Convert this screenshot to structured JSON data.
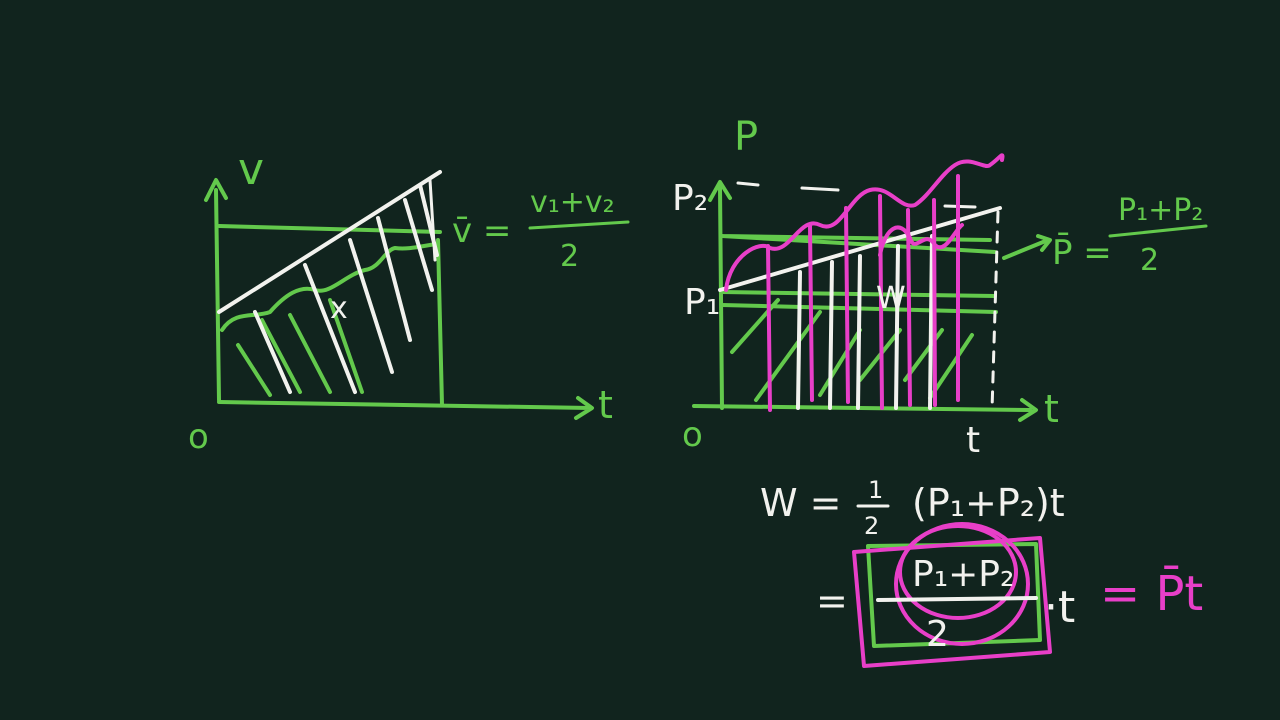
{
  "left_graph": {
    "y_axis_label": "v",
    "x_axis_label": "t",
    "origin_label": "o",
    "area_label": "x",
    "avg_lhs": "v̄ =",
    "avg_num": "v₁+v₂",
    "avg_den": "2"
  },
  "right_graph": {
    "y_axis_label": "P",
    "x_axis_label": "t",
    "origin_label": "o",
    "p1_label": "P₁",
    "p2_label": "P₂",
    "area_label": "W",
    "t_mark": "t",
    "avg_lhs": "P̄ =",
    "avg_num": "P₁+P₂",
    "avg_den": "2"
  },
  "derivation": {
    "line1_lhs": "W =",
    "line1_frac_num": "1",
    "line1_frac_den": "2",
    "line1_rest": "(P₁+P₂)t",
    "line2_eq": "=",
    "line2_num": "P₁+P₂",
    "line2_den": "2",
    "line2_t": "·t",
    "result": "= P̄t"
  },
  "colors": {
    "background": "#11241e",
    "green": "#63c94c",
    "white": "#f2f2ee",
    "pink": "#e83fc8"
  }
}
